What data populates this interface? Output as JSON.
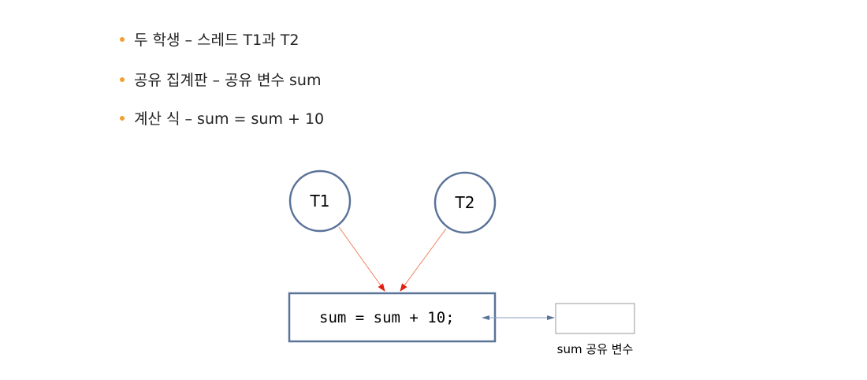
{
  "bullets": [
    {
      "text": "두 학생 – 스레드 T1과 T2"
    },
    {
      "text": "공유 집계판 – 공유 변수 sum"
    },
    {
      "text": "계산 식 – sum = sum + 10"
    }
  ],
  "diagram": {
    "thread1": "T1",
    "thread2": "T2",
    "code": "sum = sum + 10;",
    "variable_label": "sum 공유 변수"
  },
  "colors": {
    "bullet": "#f0a030",
    "node_stroke": "#5a7398",
    "arrow": "#f08060",
    "arrowhead": "#e02010"
  }
}
